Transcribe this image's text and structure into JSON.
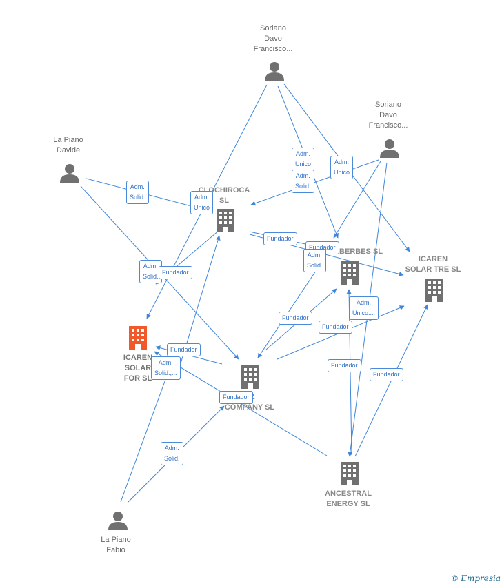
{
  "nodes": [
    {
      "id": "soriano1",
      "type": "person",
      "label": "Soriano\nDavo\nFrancisco..."
    },
    {
      "id": "soriano2",
      "type": "person",
      "label": "Soriano\nDavo\nFrancisco..."
    },
    {
      "id": "lapiano_davide",
      "type": "person",
      "label": "La Piano\nDavide"
    },
    {
      "id": "lapiano_fabio",
      "type": "person",
      "label": "La Piano\nFabio"
    },
    {
      "id": "clochiroca",
      "type": "company",
      "label": "CLOCHIROCA\nSL"
    },
    {
      "id": "iberbes",
      "type": "company",
      "label": "IBERBES  SL"
    },
    {
      "id": "icaren_tre",
      "type": "company",
      "label": "ICAREN\nSOLAR TRE  SL"
    },
    {
      "id": "icaren_for",
      "type": "company_main",
      "label": "ICAREN\nSOLAR\nFOR  SL"
    },
    {
      "id": "oz",
      "type": "company",
      "label": "OZ\nCOMPANY  SL"
    },
    {
      "id": "ancestral",
      "type": "company",
      "label": "ANCESTRAL\nENERGY SL"
    }
  ],
  "edge_labels": [
    "Adm.\nSolid.",
    "Adm.\nUnico",
    "Adm.\nUnico",
    "Adm.\nSolid.",
    "Adm.\nUnico",
    "Fundador",
    "Fundador",
    "Adm.\nSolid.",
    "Adm.\nSolid.",
    "Fundador",
    "Fundador",
    "Adm.\nUnico....",
    "Fundador",
    "Fundador",
    "Adm.\nSolid.,...",
    "Fundador",
    "Fundador",
    "Fundador",
    "Adm.\nSolid."
  ],
  "brand": {
    "copyright": "©",
    "name": "Empresia"
  },
  "colors": {
    "edge": "#3f86d8",
    "person_icon": "#707070",
    "company_icon": "#707070",
    "main_company": "#f05a2b"
  }
}
